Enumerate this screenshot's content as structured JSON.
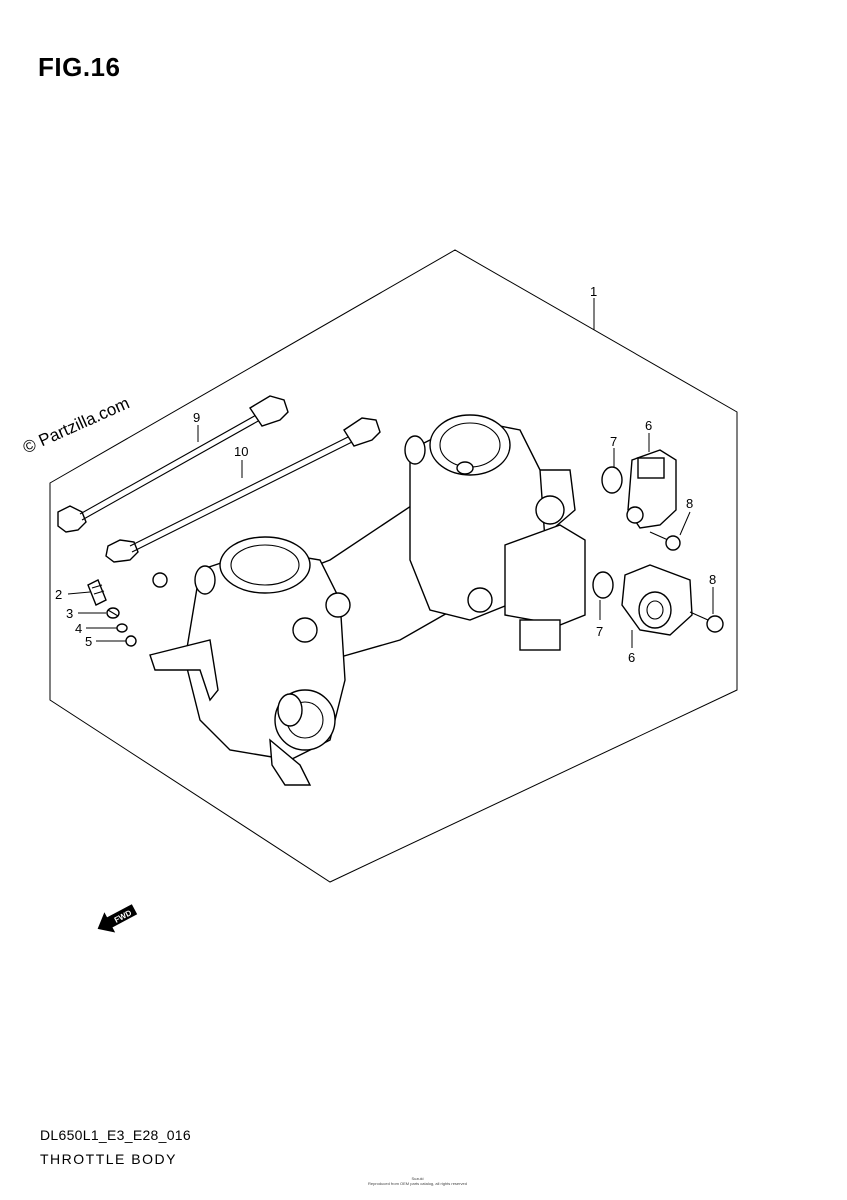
{
  "header": {
    "figure": "FIG.16"
  },
  "watermark": {
    "text": "© Partzilla.com"
  },
  "callouts": [
    {
      "num": "1"
    },
    {
      "num": "2"
    },
    {
      "num": "3"
    },
    {
      "num": "4"
    },
    {
      "num": "5"
    },
    {
      "num": "6"
    },
    {
      "num": "6"
    },
    {
      "num": "7"
    },
    {
      "num": "7"
    },
    {
      "num": "8"
    },
    {
      "num": "8"
    },
    {
      "num": "9"
    },
    {
      "num": "10"
    }
  ],
  "fwd_arrow": {
    "text": "FWD"
  },
  "footer": {
    "model_code": "DL650L1_E3_E28_016",
    "section_name": "THROTTLE BODY",
    "copyright_line1": "Suzuki",
    "copyright_line2": "Reproduced from OEM parts catalog, all rights reserved"
  }
}
